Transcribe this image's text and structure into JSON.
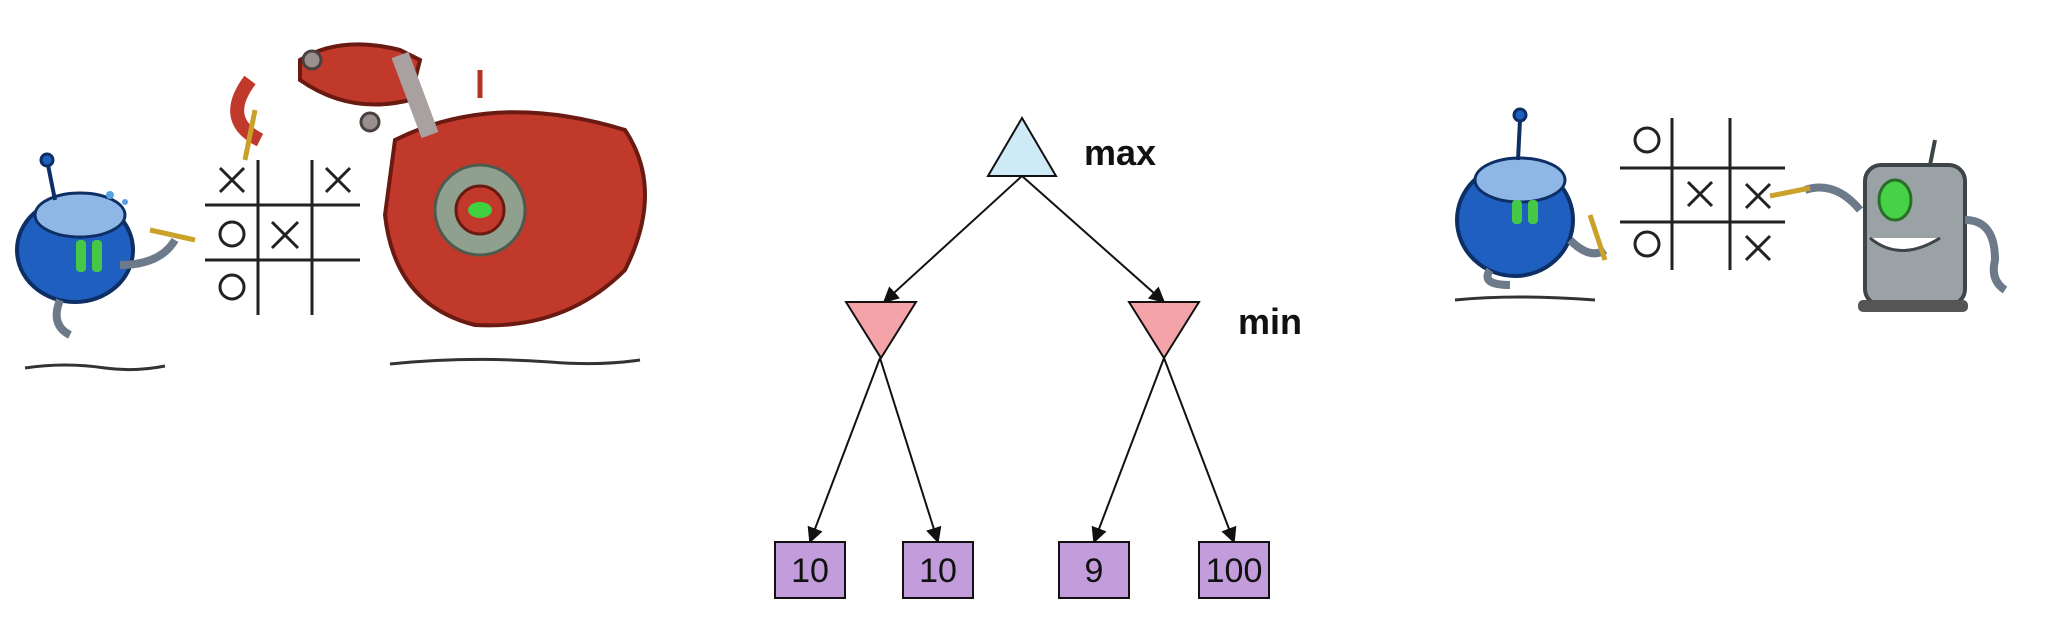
{
  "tree": {
    "root": {
      "label": "max",
      "color": "#cfeaf7"
    },
    "min_level": {
      "label": "min",
      "color": "#f4a3a8"
    },
    "leaves": [
      "10",
      "10",
      "9",
      "100"
    ],
    "leaf_color": "#c39ddb",
    "edge_color": "#111111"
  },
  "illustrations": {
    "left": {
      "board_marks": [
        "X",
        "",
        "X",
        "O",
        "X",
        "",
        "O",
        "",
        ""
      ]
    },
    "right": {
      "board_marks": [
        "O",
        "",
        "",
        "",
        "X",
        "X",
        "O",
        "",
        "X"
      ]
    }
  }
}
